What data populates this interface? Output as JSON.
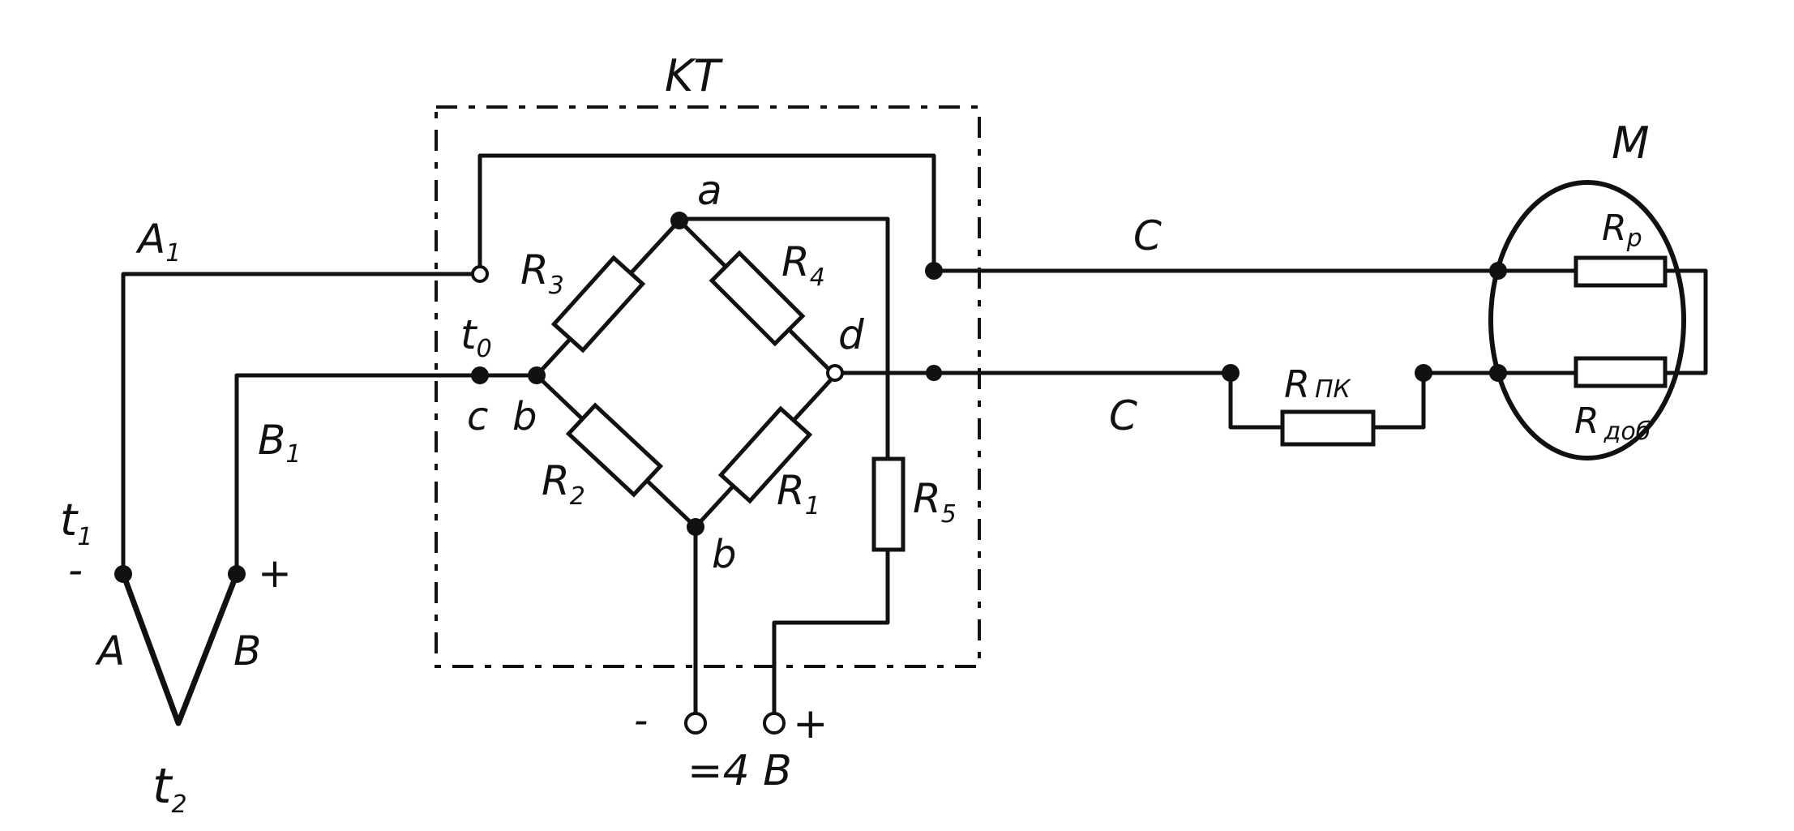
{
  "labels": {
    "kt": "KT",
    "m": "M",
    "a1": "A",
    "a1_sub": "1",
    "b1": "B",
    "b1_sub": "1",
    "t0": "t",
    "t0_sub": "0",
    "t1": "t",
    "t1_sub": "1",
    "t2": "t",
    "t2_sub": "2",
    "minus_tc": "-",
    "plus_tc": "+",
    "junction_a": "A",
    "junction_b": "B",
    "node_a": "a",
    "node_b_left": "b",
    "node_c": "c",
    "node_b_bottom": "b",
    "node_d": "d",
    "r1": "R",
    "r1_sub": "1",
    "r2": "R",
    "r2_sub": "2",
    "r3": "R",
    "r3_sub": "3",
    "r4": "R",
    "r4_sub": "4",
    "r5": "R",
    "r5_sub": "5",
    "c_top": "C",
    "c_bottom": "C",
    "rpk": "R",
    "rpk_sub": "ПК",
    "rp": "R",
    "rp_sub": "p",
    "rdob": "R",
    "rdob_sub": "доб",
    "supply_minus": "-",
    "supply_plus": "+",
    "supply_voltage": "=4 B"
  },
  "colors": {
    "ink": "#111111",
    "paper": "#ffffff"
  }
}
